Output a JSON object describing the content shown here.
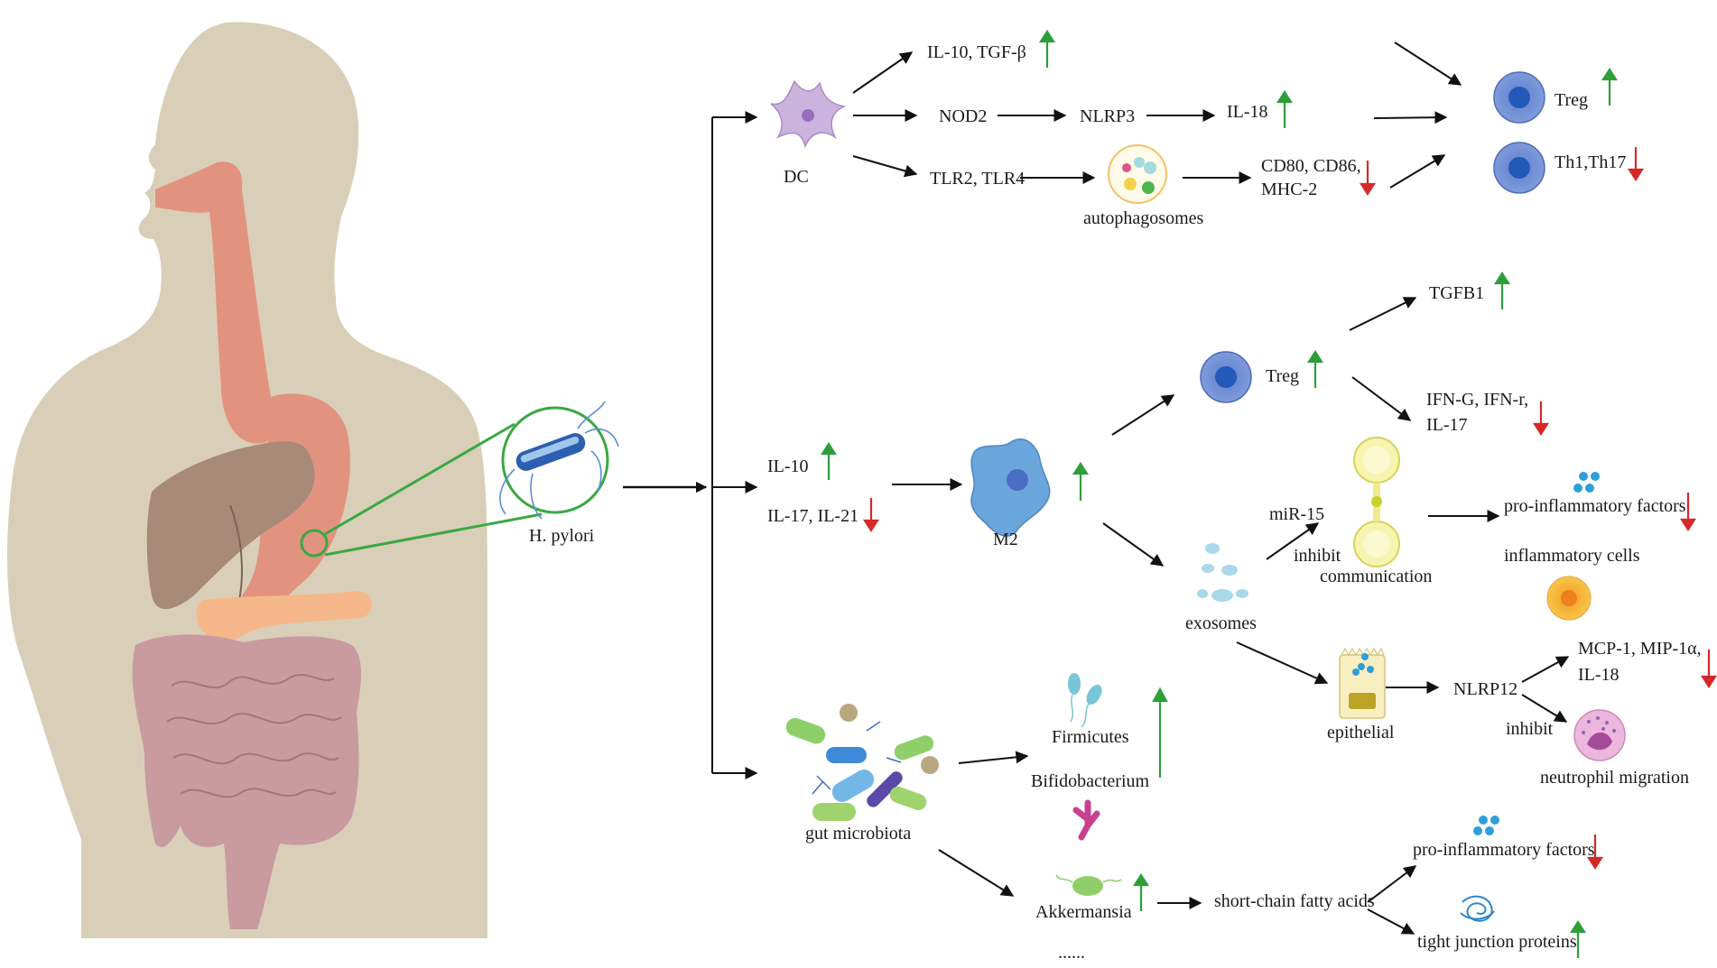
{
  "source": {
    "label": "H. pylori"
  },
  "dc_branch": {
    "dc": "DC",
    "il10_tgfb": "IL-10, TGF-β",
    "nod2": "NOD2",
    "nlrp3": "NLRP3",
    "il18": "IL-18",
    "tlr": "TLR2, TLR4",
    "autophagosomes": "autophagosomes",
    "cd80_line1": "CD80, CD86,",
    "cd80_line2": "MHC-2",
    "treg": "Treg",
    "th": "Th1,Th17"
  },
  "m2_branch": {
    "il10": "IL-10",
    "il17_21": "IL-17, IL-21",
    "m2": "M2",
    "treg": "Treg",
    "tgfb1": "TGFB1",
    "ifn_line1": "IFN-G, IFN-r,",
    "ifn_line2": "IL-17",
    "exosomes": "exosomes",
    "mir15": "miR-15",
    "inhibit1": "inhibit",
    "communication": "communication",
    "pro_inflam1": "pro-inflammatory factors",
    "inflam_cells": "inflammatory cells",
    "epithelial": "epithelial",
    "nlrp12": "NLRP12",
    "mcp_line1": "MCP-1, MIP-1α,",
    "mcp_line2": "IL-18",
    "inhibit2": "inhibit",
    "neutrophil": "neutrophil migration"
  },
  "gut_branch": {
    "gut": "gut microbiota",
    "firmicutes": "Firmicutes",
    "bifido": "Bifidobacterium",
    "akkermansia": "Akkermansia",
    "scfa": "short-chain fatty acids",
    "pro_inflam2": "pro-inflammatory factors",
    "tight": "tight junction proteins",
    "dots": "......"
  },
  "colors": {
    "up": "#2e9e3a",
    "down": "#d62828",
    "inhibit": "#e04a1c",
    "body": "#d9cfb8",
    "esophagus": "#e2937f",
    "intestine": "#c99aa0",
    "liver": "#a88a78",
    "pancreas": "#f6b88a",
    "lens": "#3aa843"
  }
}
